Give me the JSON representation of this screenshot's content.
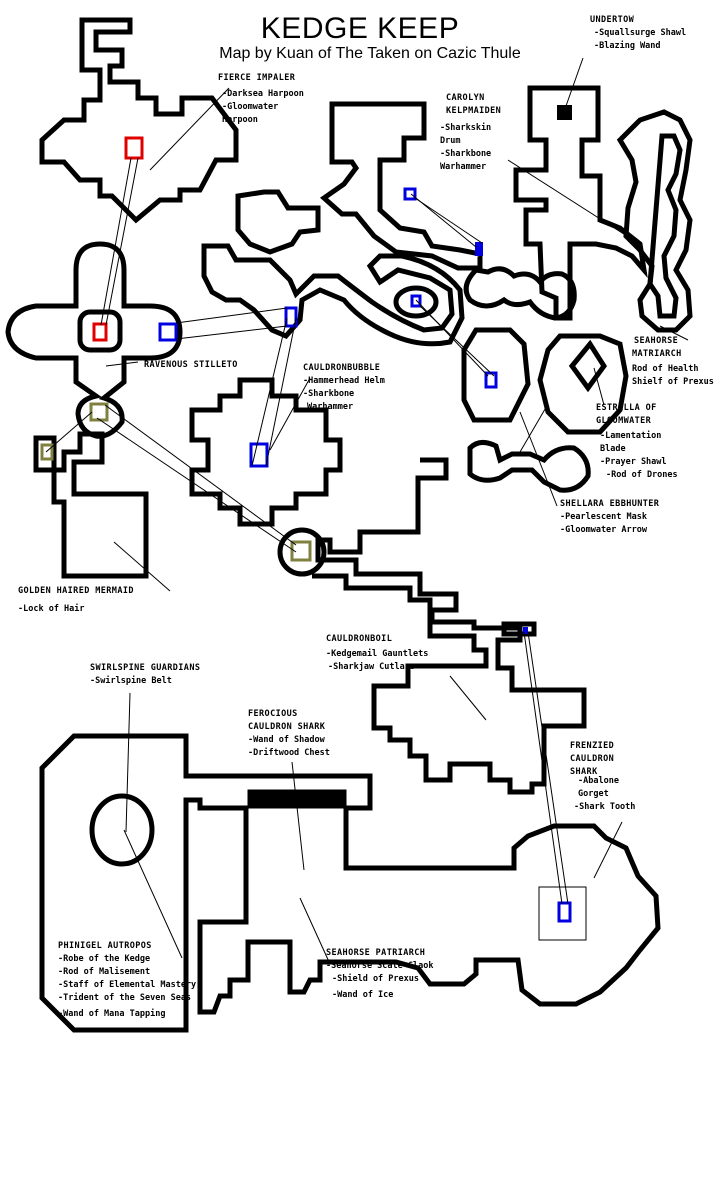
{
  "map": {
    "title": "KEDGE KEEP",
    "subtitle": "Map by Kuan of The Taken on Cazic Thule",
    "colors": {
      "wall": "#000000",
      "floor": "#ffffff",
      "marker_red": "#e00000",
      "marker_blue": "#0000e0",
      "marker_olive": "#808040"
    },
    "npcs": [
      {
        "name": "UNDERTOW",
        "items": [
          "-Squallsurge Shawl",
          "-Blazing Wand"
        ]
      },
      {
        "name": "FIERCE IMPALER",
        "items": [
          "-Darksea Harpoon",
          "-Gloomwater",
          "Harpoon"
        ]
      },
      {
        "name": "CAROLYN",
        "name2": "KELPMAIDEN",
        "items": [
          "-Sharkskin",
          "Drum",
          "-Sharkbone",
          "Warhammer"
        ]
      },
      {
        "name": "RAVENOUS STILLETO",
        "items": []
      },
      {
        "name": "CAULDRONBUBBLE",
        "items": [
          "-Hammerhead Helm",
          "-Sharkbone",
          "Warhammer"
        ]
      },
      {
        "name": "SEAHORSE",
        "name2": "MATRIARCH",
        "items": [
          "Rod of Health",
          "Shielf of Prexus"
        ]
      },
      {
        "name": "ESTRELLA OF",
        "name2": "GLOOMWATER",
        "items": [
          "-Lamentation",
          "Blade",
          "-Prayer Shawl",
          "-Rod of Drones"
        ]
      },
      {
        "name": "SHELLARA EBBHUNTER",
        "items": [
          "-Pearlescent Mask",
          "-Gloomwater Arrow"
        ]
      },
      {
        "name": "GOLDEN HAIRED MERMAID",
        "items": [
          "-Lock of Hair"
        ]
      },
      {
        "name": "CAULDRONBOIL",
        "items": [
          "-Kedgemail Gauntlets",
          "-Sharkjaw Cutlass"
        ]
      },
      {
        "name": "SWIRLSPINE GUARDIANS",
        "items": [
          "-Swirlspine Belt"
        ]
      },
      {
        "name": "FEROCIOUS",
        "name2": "CAULDRON SHARK",
        "items": [
          "-Wand of Shadow",
          "-Driftwood Chest"
        ]
      },
      {
        "name": "FRENZIED",
        "name2": "CAULDRON",
        "name3": "SHARK",
        "items": [
          "-Abalone",
          "Gorget",
          "-Shark Tooth"
        ]
      },
      {
        "name": "PHINIGEL AUTROPOS",
        "items": [
          "-Robe of the Kedge",
          "-Rod of Malisement",
          "-Staff of Elemental Mastery",
          "-Trident of the Seven Seas",
          "-Wand of Mana Tapping"
        ]
      },
      {
        "name": "SEAHORSE PATRIARCH",
        "items": [
          "-Seahorse Scale Claok",
          "-Shield of Prexus",
          "-Wand of Ice"
        ]
      }
    ]
  }
}
